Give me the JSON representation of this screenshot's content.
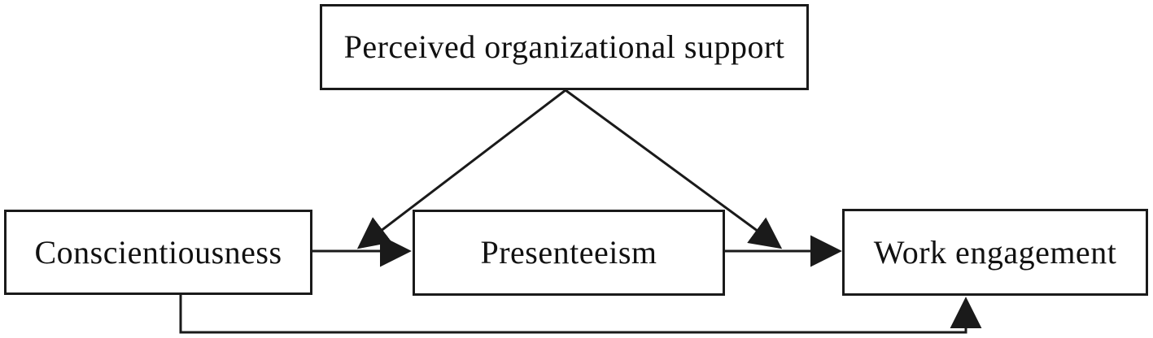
{
  "diagram": {
    "type": "conceptual-model",
    "background_color": "#ffffff",
    "line_color": "#1a1a1a",
    "text_color": "#111111",
    "nodes": {
      "moderator": {
        "label": "Perceived organizational support",
        "role": "moderator"
      },
      "predictor": {
        "label": "Conscientiousness",
        "role": "independent-variable"
      },
      "mediator": {
        "label": "Presenteeism",
        "role": "mediator"
      },
      "outcome": {
        "label": "Work engagement",
        "role": "dependent-variable"
      }
    },
    "edges": [
      {
        "from": "Conscientiousness",
        "to": "Presenteeism",
        "type": "direct-arrow"
      },
      {
        "from": "Presenteeism",
        "to": "Work engagement",
        "type": "direct-arrow"
      },
      {
        "from": "Perceived organizational support",
        "to": "Conscientiousness-Presenteeism path",
        "type": "moderation-arrow"
      },
      {
        "from": "Perceived organizational support",
        "to": "Presenteeism-Work engagement path",
        "type": "moderation-arrow"
      },
      {
        "from": "Conscientiousness",
        "to": "Work engagement",
        "type": "direct-arrow-bottom-route"
      }
    ]
  }
}
